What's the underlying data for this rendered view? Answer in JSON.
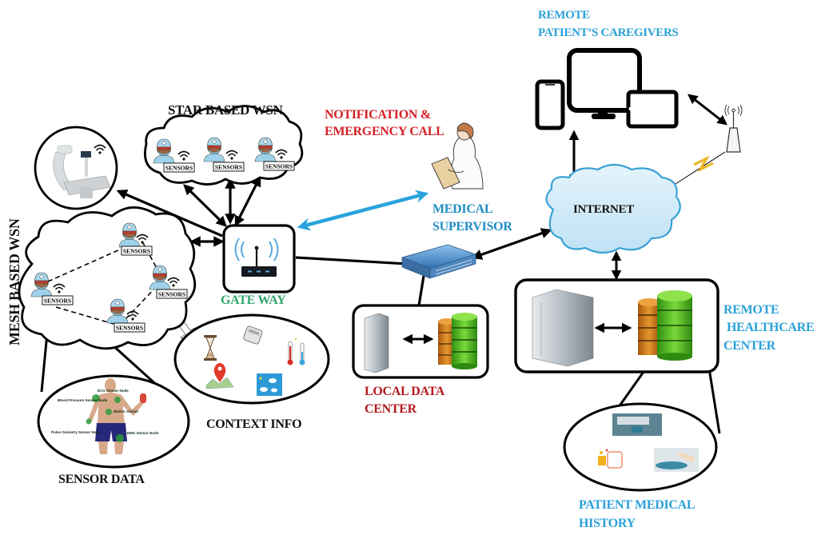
{
  "diagram": {
    "title_labels": {
      "star_wsn": "STAR BASED WSN",
      "mesh_wsn": "MESH BASED WSN",
      "gateway": "GATE WAY",
      "notification_line1": "NOTIFICATION &",
      "notification_line2": "EMERGENCY CALL",
      "medical_supervisor_line1": "MEDICAL",
      "medical_supervisor_line2": "SUPERVISOR",
      "internet": "INTERNET",
      "remote_caregivers_line1": "REMOTE",
      "remote_caregivers_line2": "PATIENT’S CAREGIVERS",
      "remote_healthcare_line1": "REMOTE",
      "remote_healthcare_line2": "HEALTHCARE",
      "remote_healthcare_line3": "CENTER",
      "local_data_center_line1": "LOCAL DATA",
      "local_data_center_line2": "CENTER",
      "context_info": "CONTEXT INFO",
      "sensor_data": "SENSOR DATA",
      "patient_history_line1": "PATIENT MEDICAL",
      "patient_history_line2": "HISTORY"
    },
    "sensor_tag": "SENSORS",
    "star_nodes": [
      {
        "label": "SENSORS"
      },
      {
        "label": "SENSORS"
      },
      {
        "label": "SENSORS"
      }
    ],
    "mesh_nodes": [
      {
        "label": "SENSORS"
      },
      {
        "label": "SENSORS"
      },
      {
        "label": "SENSORS"
      },
      {
        "label": "SENSORS"
      }
    ],
    "body_sensor_labels": [
      "Blood Pressure Sensor Node",
      "ECG Sensor Node",
      "Motion Sensor",
      "Pulse Oximetry Sensor Node",
      "EMG Sensor Node"
    ],
    "context_icons": [
      "hourglass-icon",
      "calculator-icon",
      "thermometer-icon",
      "map-pin-icon",
      "weather-icon"
    ],
    "colors": {
      "red_label": "#d42027",
      "dark_red_label": "#b3191c",
      "blue_label": "#2aa1d8",
      "green_label": "#2ea66a",
      "link_blue": "#29a3dc",
      "cloud_fill": "#cfe9f7",
      "cloud_stroke": "#3aa2d3",
      "db_orange": "#d9861f",
      "db_green": "#5ec12c"
    }
  }
}
